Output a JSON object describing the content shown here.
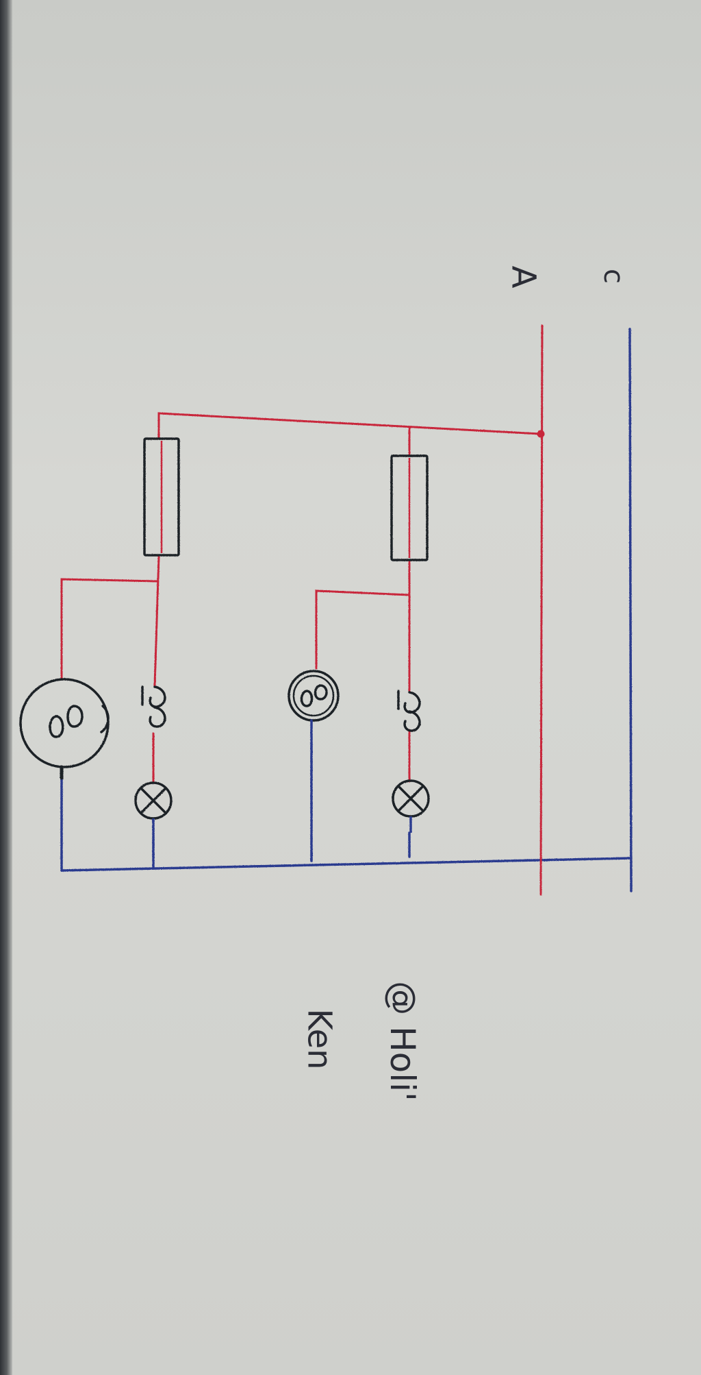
{
  "labels": {
    "line_c": "c",
    "line_a": "A"
  },
  "notes": {
    "line1": "@ Holi'",
    "line2": "Ken"
  },
  "colors": {
    "live": "#c8263b",
    "neutral": "#2c3a8f",
    "ink": "#2b2d36",
    "paper": "#d4d5d1"
  }
}
